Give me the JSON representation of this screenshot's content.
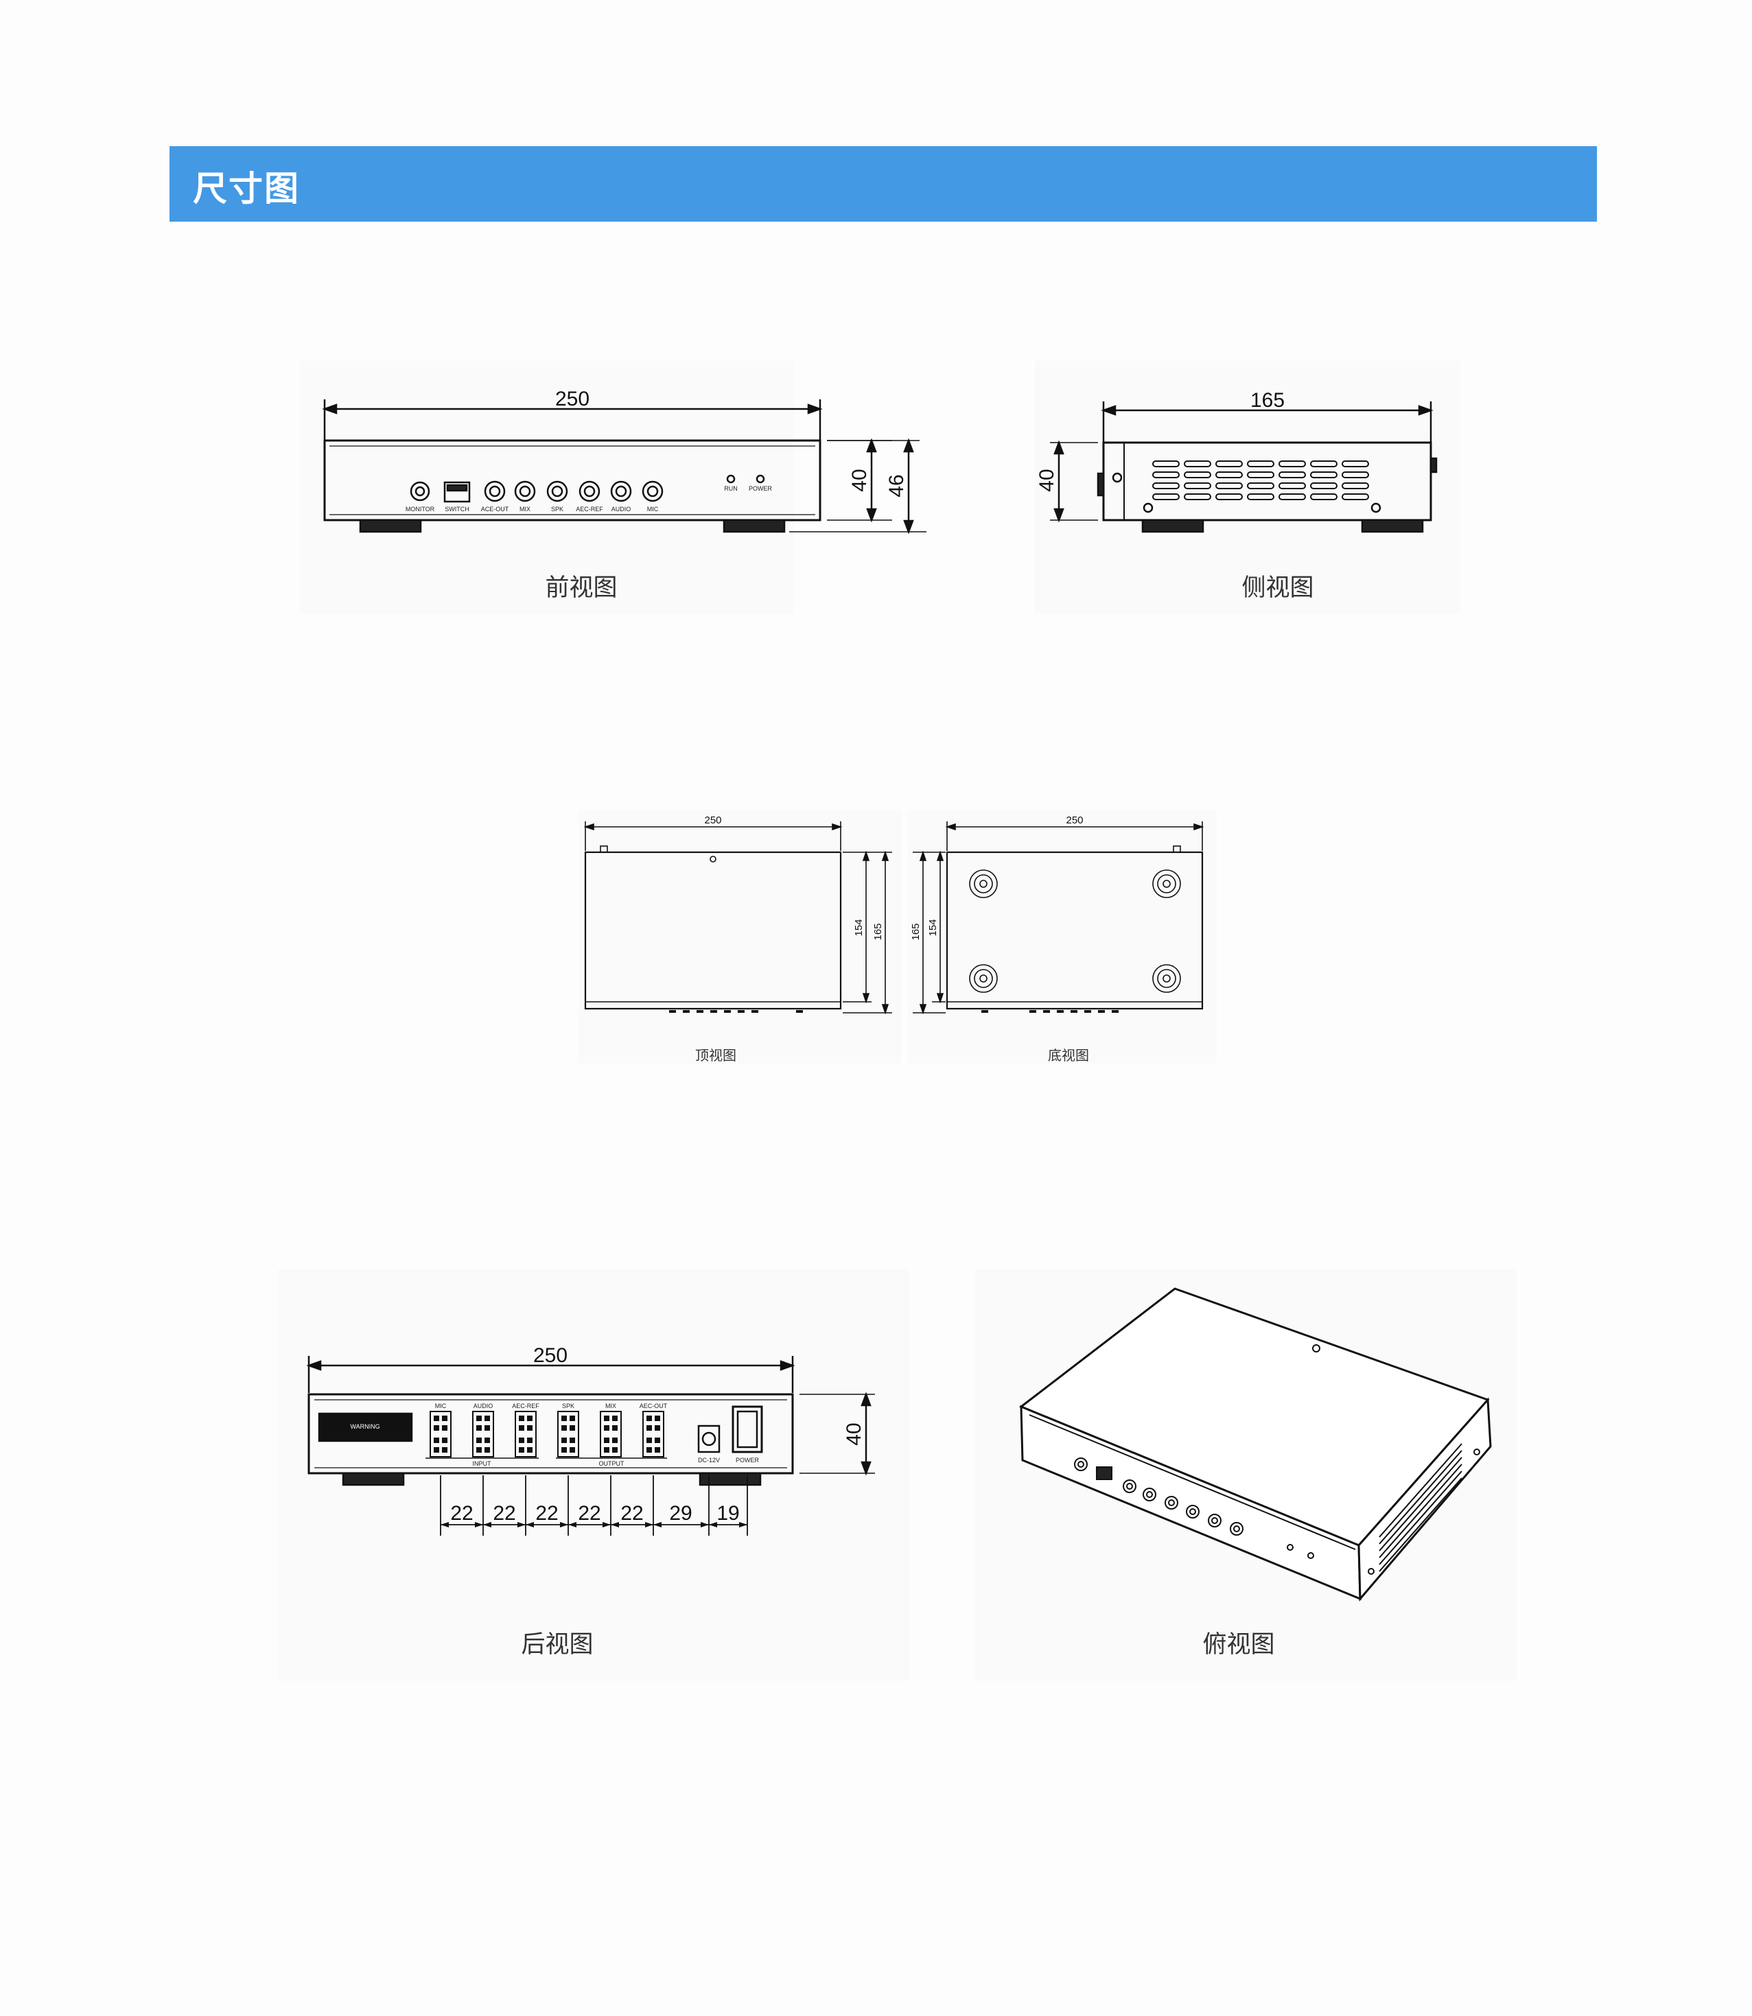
{
  "section": {
    "title": "尺寸图"
  },
  "colors": {
    "header_bg": "#4499e4",
    "header_text": "#ffffff",
    "line": "#111111"
  },
  "front_view": {
    "caption": "前视图",
    "width_dim": "250",
    "height_dim": "40",
    "total_height_dim": "46",
    "port_labels": [
      "MONITOR",
      "SWITCH",
      "ACE-OUT",
      "MIX",
      "SPK",
      "AEC-REF",
      "AUDIO",
      "MIC"
    ],
    "led_labels": [
      "RUN",
      "POWER"
    ]
  },
  "side_view": {
    "caption": "侧视图",
    "depth_dim": "165",
    "height_dim": "40"
  },
  "top_view": {
    "caption": "顶视图",
    "width_dim": "250",
    "inner_depth_dim": "154",
    "depth_dim": "165"
  },
  "bottom_view": {
    "caption": "底视图",
    "width_dim": "250",
    "depth_dim": "165",
    "inner_depth_dim": "154"
  },
  "rear_view": {
    "caption": "后视图",
    "width_dim": "250",
    "height_dim": "40",
    "spacing_dims": [
      "22",
      "22",
      "22",
      "22",
      "22",
      "29",
      "19"
    ],
    "terminal_labels": [
      "MIC",
      "AUDIO",
      "AEC-REF",
      "SPK",
      "MIX",
      "AEC-OUT"
    ],
    "group_labels": [
      "INPUT",
      "OUTPUT"
    ],
    "dc_label": "DC-12V",
    "power_label": "POWER",
    "warning_label": "WARNING"
  },
  "perspective_view": {
    "caption": "俯视图"
  }
}
